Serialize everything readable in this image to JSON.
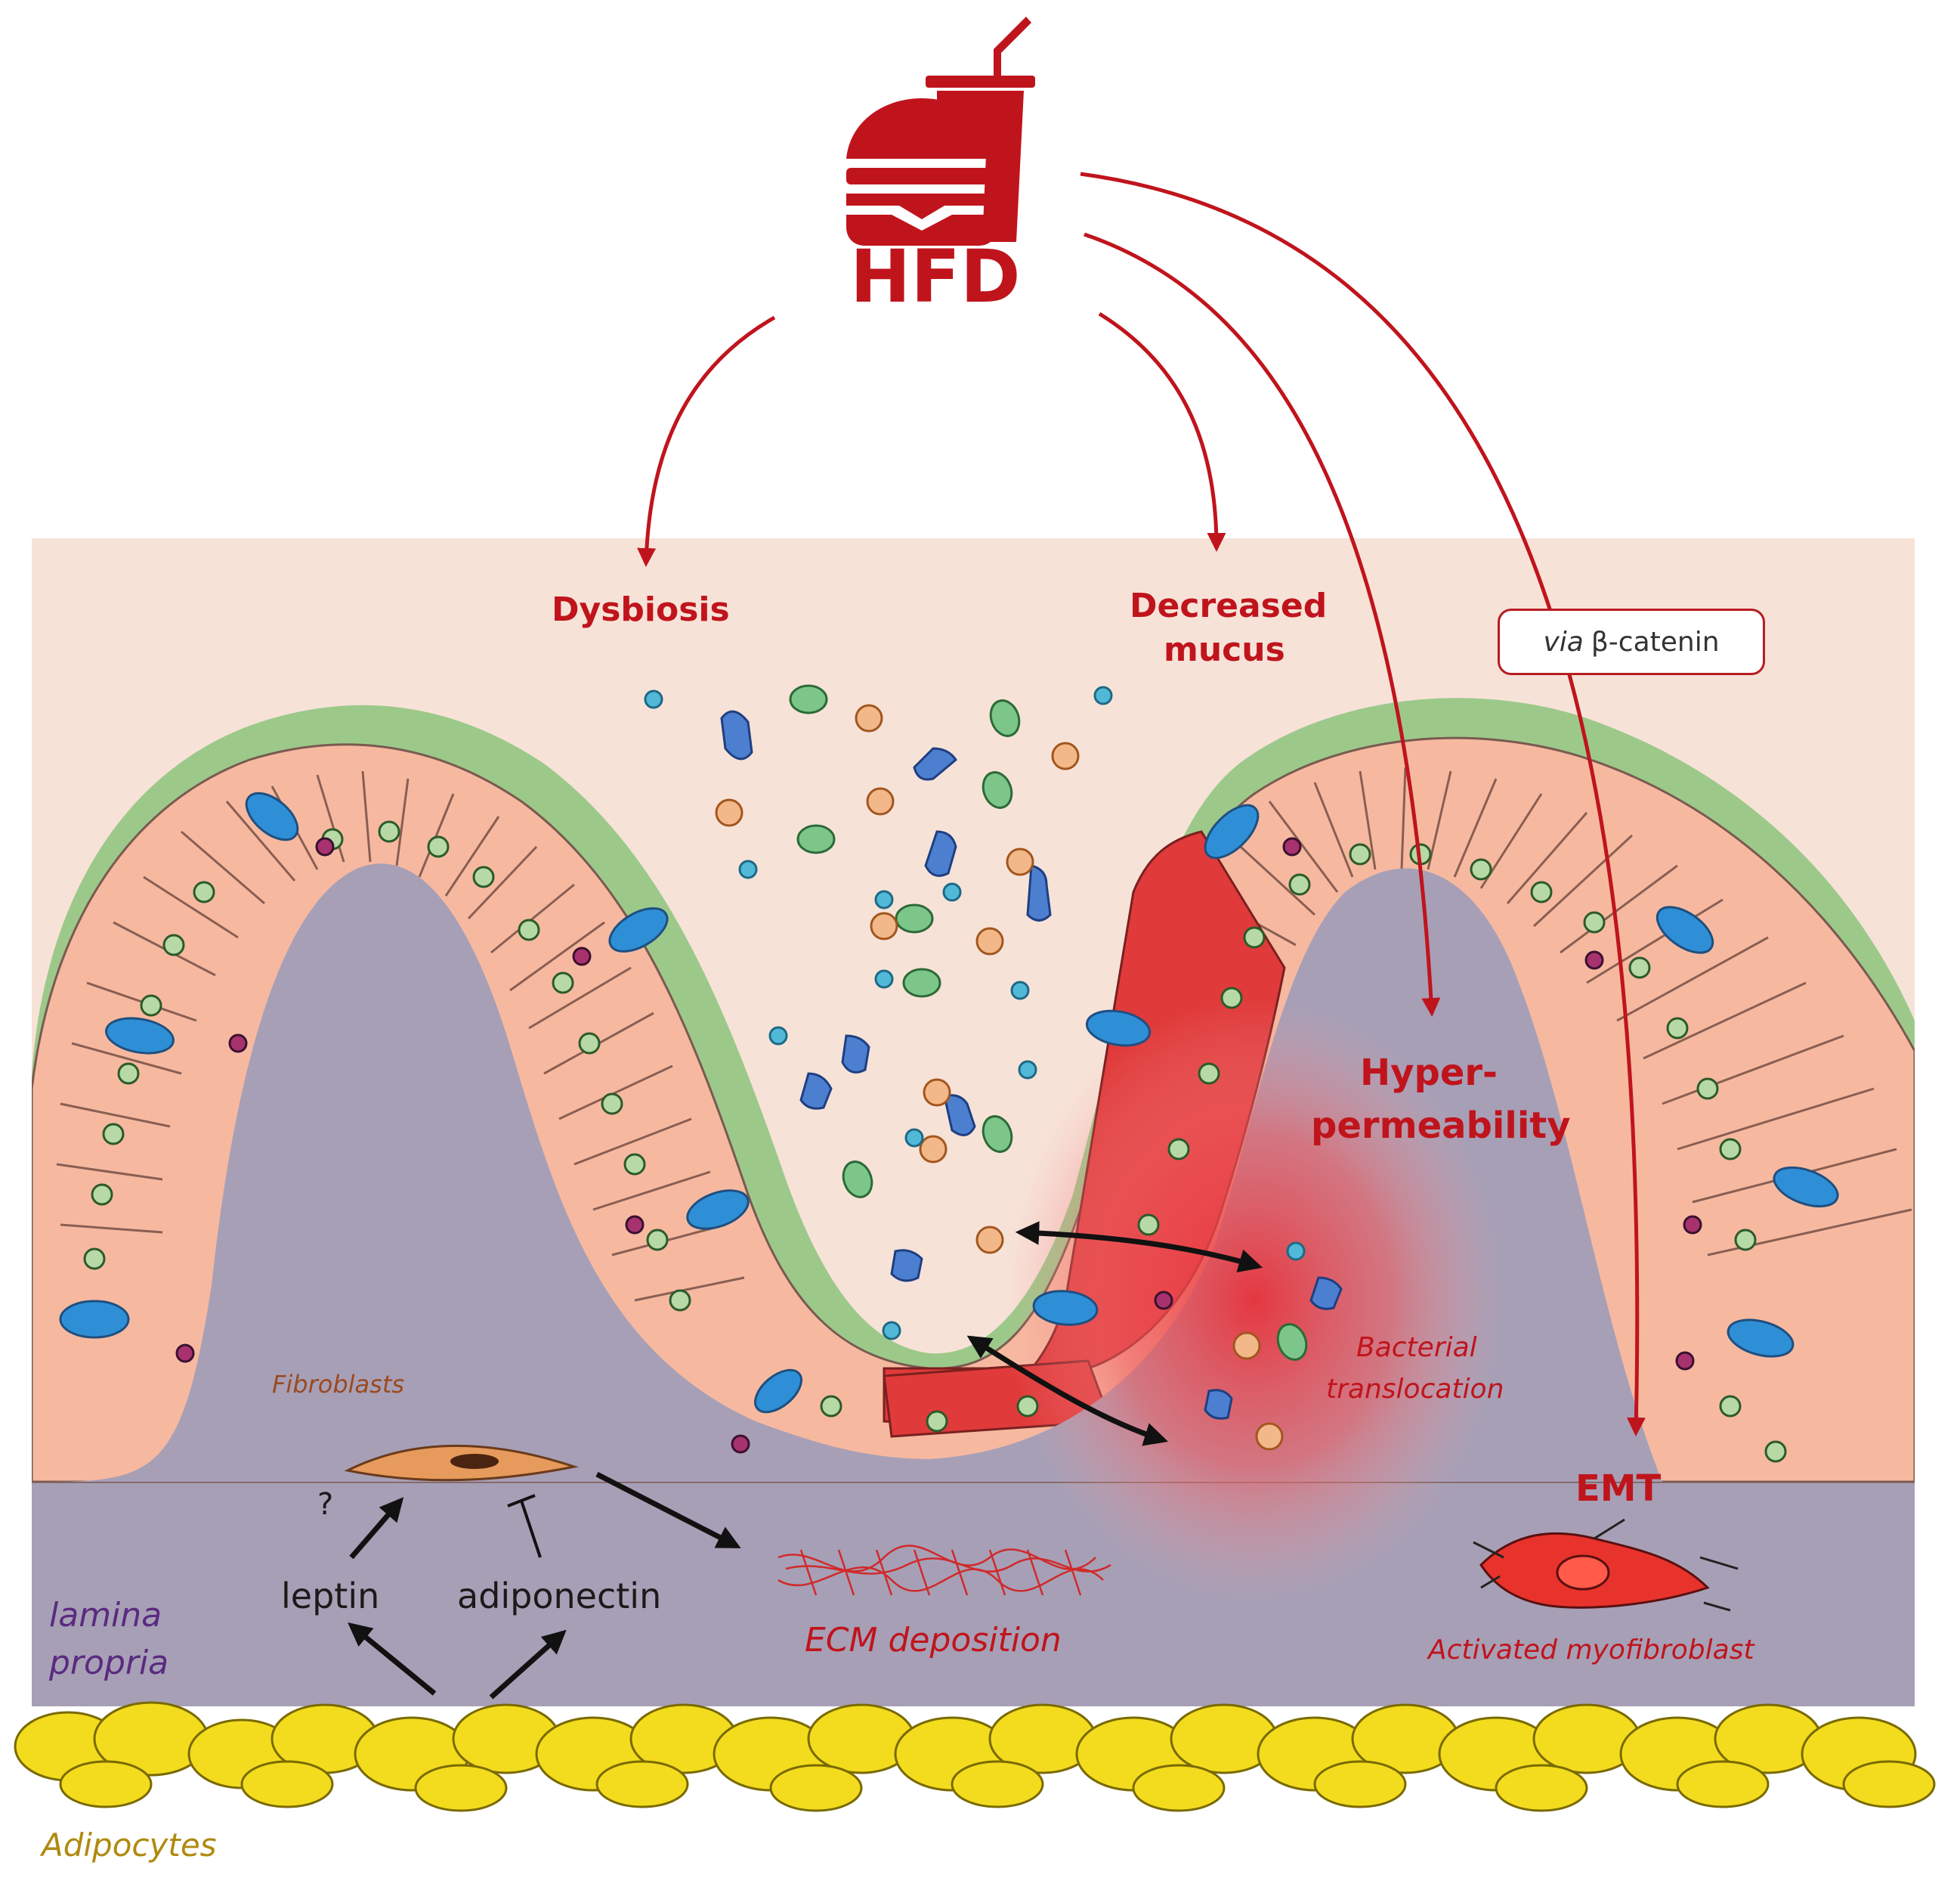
{
  "colors": {
    "hfd_red": "#c0141c",
    "arrow_red": "#c0141c",
    "background_panel": "#f7e2d8",
    "lamina_propria": "#a79fb6",
    "mucus_layer": "#9cc98a",
    "epithelial_cell": "#f6b9a0",
    "goblet_blue": "#2f8fd6",
    "damaged_cell_red": "#e03a3a",
    "adipocyte_yellow": "#f3dc1e",
    "fibroblast_orange": "#e69a5c",
    "myofibroblast_red": "#e8332c"
  },
  "icons": {
    "diet": "burger-and-drink-icon"
  },
  "title": "HFD",
  "labels": {
    "dysbiosis": "Dysbiosis",
    "decreased_mucus_line1": "Decreased",
    "decreased_mucus_line2": "mucus",
    "via_beta_catenin_italic": "via",
    "via_beta_catenin_rest": "β-catenin",
    "hyperpermeability_line1": "Hyper-",
    "hyperpermeability_line2": "permeability",
    "bacterial_translocation_line1": "Bacterial",
    "bacterial_translocation_line2": "translocation",
    "emt": "EMT",
    "activated_myofibroblast": "Activated myofibroblast",
    "fibroblasts": "Fibroblasts",
    "question_mark": "?",
    "leptin": "leptin",
    "adiponectin": "adiponectin",
    "ecm_deposition": "ECM deposition",
    "lamina_propria_line1": "lamina",
    "lamina_propria_line2": "propria",
    "adipocytes": "Adipocytes"
  }
}
